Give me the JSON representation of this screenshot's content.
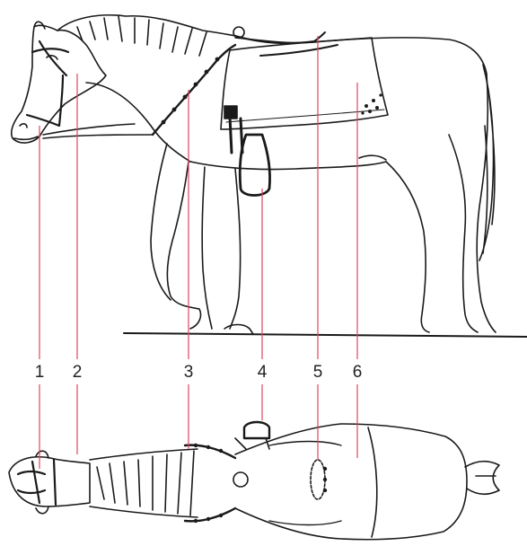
{
  "figure": {
    "callouts": [
      {
        "label": "1",
        "part": "bridle"
      },
      {
        "label": "2",
        "part": "headstall"
      },
      {
        "label": "3",
        "part": "breastplate"
      },
      {
        "label": "4",
        "part": "stirrup"
      },
      {
        "label": "5",
        "part": "saddle"
      },
      {
        "label": "6",
        "part": "saddle-cloth"
      }
    ],
    "colors": {
      "ink": "#1a1a1a",
      "leader_line": "#e0455f",
      "background": "#ffffff"
    }
  }
}
